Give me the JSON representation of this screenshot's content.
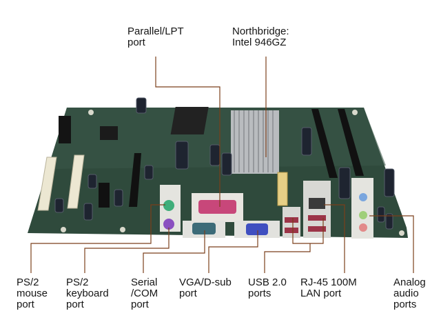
{
  "labels": {
    "parallel": "Parallel/LPT\nport",
    "northbridge": "Northbridge:\nIntel 946GZ",
    "ps2_mouse": "PS/2\nmouse\nport",
    "ps2_keyboard": "PS/2\nkeyboard\nport",
    "serial": "Serial\n/COM\nport",
    "vga": "VGA/D-sub\nport",
    "usb": "USB 2.0\nports",
    "lan": "RJ-45 100M\nLAN port",
    "audio": "Analog\naudio\nports"
  },
  "colors": {
    "leader_line": "#7b3f1a",
    "board": "#2f4a3c",
    "parallel_port": "#c8477a",
    "vga_port": "#3f4fc0",
    "serial_port": "#3c6b78",
    "ps2_mouse": "#3fae7a",
    "ps2_keyboard": "#8a4fc0"
  }
}
